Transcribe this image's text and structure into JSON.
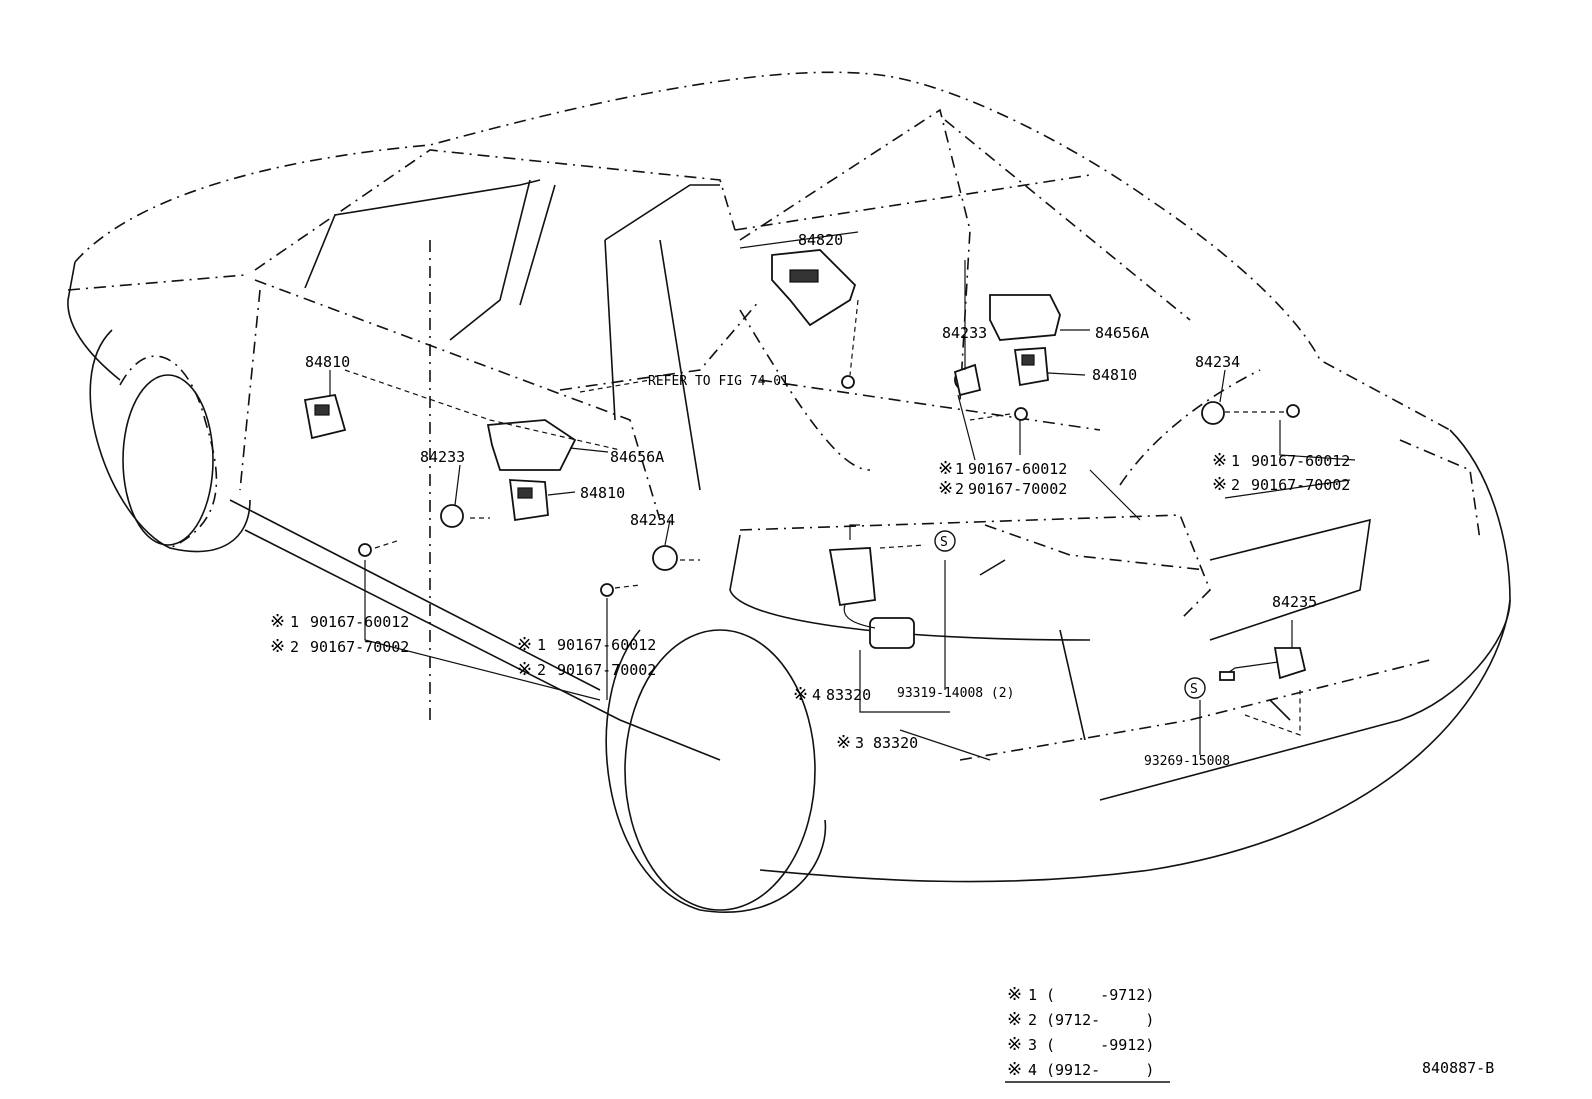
{
  "diagram": {
    "refer_note": "REFER TO FIG 74-01",
    "figure_code": "840887-B",
    "mark_symbol": "※",
    "s_symbol": "S",
    "labels": {
      "p84820": "84820",
      "p84810_left": "84810",
      "p84810_mid": "84810",
      "p84810_right": "84810",
      "p84656a_mid": "84656A",
      "p84656a_right": "84656A",
      "p84233_left": "84233",
      "p84233_right": "84233",
      "p84234_mid": "84234",
      "p84234_right": "84234",
      "p84235": "84235",
      "p83320_a": "83320",
      "p83320_b": "83320",
      "screw_93319": "93319-14008 (2)",
      "screw_93269": "93269-15008"
    },
    "callouts": {
      "a1_num": "1",
      "a1_part": "90167-60012",
      "a2_num": "2",
      "a2_part": "90167-70002",
      "b1_num": "1",
      "b1_part": "90167-60012",
      "b2_num": "2",
      "b2_part": "90167-70002",
      "c1_num": "1",
      "c1_part": "90167-60012",
      "c2_num": "2",
      "c2_part": "90167-70002",
      "d1_num": "1",
      "d1_part": "90167-60012",
      "d2_num": "2",
      "d2_part": "90167-70002",
      "e4_num": "4",
      "e3_num": "3"
    },
    "legend": [
      {
        "num": "1",
        "range": "(     -9712)"
      },
      {
        "num": "2",
        "range": "(9712-     )"
      },
      {
        "num": "3",
        "range": "(     -9912)"
      },
      {
        "num": "4",
        "range": "(9912-     )"
      }
    ]
  }
}
